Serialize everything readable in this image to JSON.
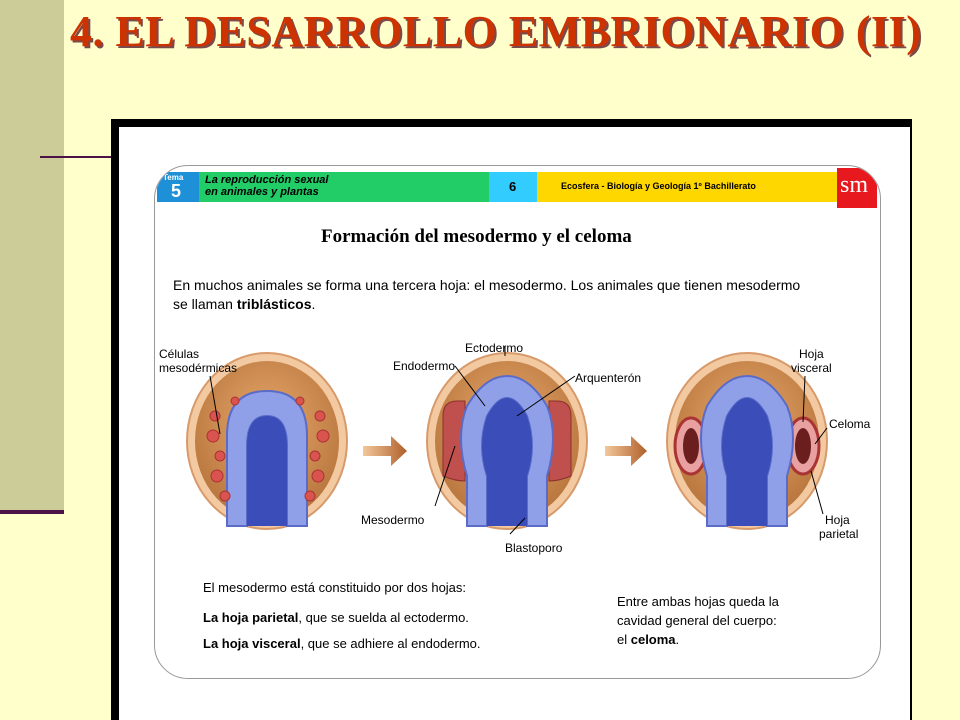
{
  "slide": {
    "title": "4. EL DESARROLLO EMBRIONARIO (II)"
  },
  "card": {
    "tema_label": "Tema",
    "tema_number": "5",
    "unit_line1": "La reproducción sexual",
    "unit_line2": "en animales y plantas",
    "page_number": "6",
    "book": "Ecosfera - Biología y Geología 1º Bachillerato",
    "publisher_logo": "sm",
    "title": "Formación del mesodermo y el celoma",
    "intro_text": "En muchos animales se forma una tercera hoja: el mesodermo. Los animales que tienen mesodermo se llaman ",
    "intro_bold": "triblásticos",
    "intro_end": "."
  },
  "labels": {
    "celulas_1": "Células",
    "celulas_2": "mesodérmicas",
    "ectodermo": "Ectodermo",
    "endodermo": "Endodermo",
    "arquenteron": "Arquenterón",
    "mesodermo": "Mesodermo",
    "blastoporo": "Blastoporo",
    "hoja_visceral_1": "Hoja",
    "hoja_visceral_2": "visceral",
    "celoma": "Celoma",
    "hoja_parietal_1": "Hoja",
    "hoja_parietal_2": "parietal"
  },
  "footer": {
    "line1": "El mesodermo está constituido por dos hojas:",
    "parietal_bold": "La hoja parietal",
    "parietal_rest": ", que se suelda al ectodermo.",
    "visceral_bold": "La hoja visceral",
    "visceral_rest": ", que se adhiere al endodermo.",
    "right1": "Entre ambas hojas queda la",
    "right2": "cavidad general del cuerpo:",
    "right3_pre": "el ",
    "right3_bold": "celoma",
    "right3_end": "."
  },
  "colors": {
    "title": "#CC3300",
    "sidebar": "#CCCC99",
    "accent_line": "#4B1248",
    "ectoderm": "#F2C9A0",
    "mesoderm": "#C0504D",
    "endoderm": "#6B7FD0",
    "arrow": "#C8743A"
  }
}
